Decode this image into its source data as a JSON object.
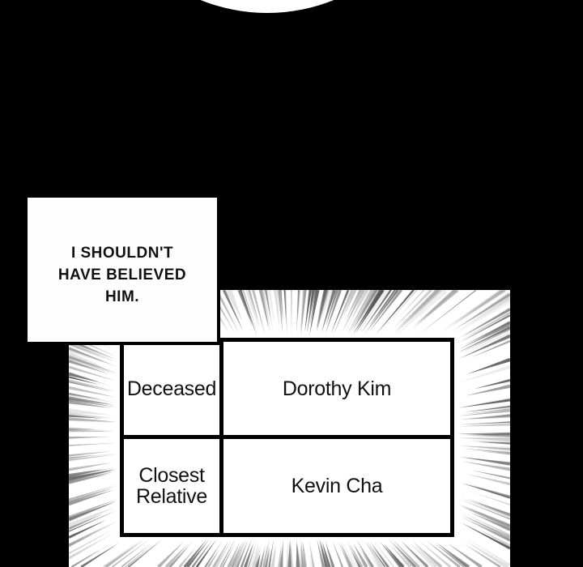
{
  "page": {
    "type_label": "webtoon-comic-panel",
    "caption": {
      "lines": [
        "I SHOULDN'T",
        "HAVE BELIEVED",
        "HIM."
      ]
    },
    "table": {
      "rows": [
        {
          "label": "Deceased",
          "value": "Dorothy Kim"
        },
        {
          "label": "Closest Relative",
          "value": "Kevin Cha"
        }
      ]
    }
  },
  "colors": {
    "background": "#000000",
    "panel_fill": "#ffffff",
    "caption_fill": "#fefefe",
    "table_border": "#000000",
    "text": "#111111",
    "speed_line_gray": "#888888"
  }
}
